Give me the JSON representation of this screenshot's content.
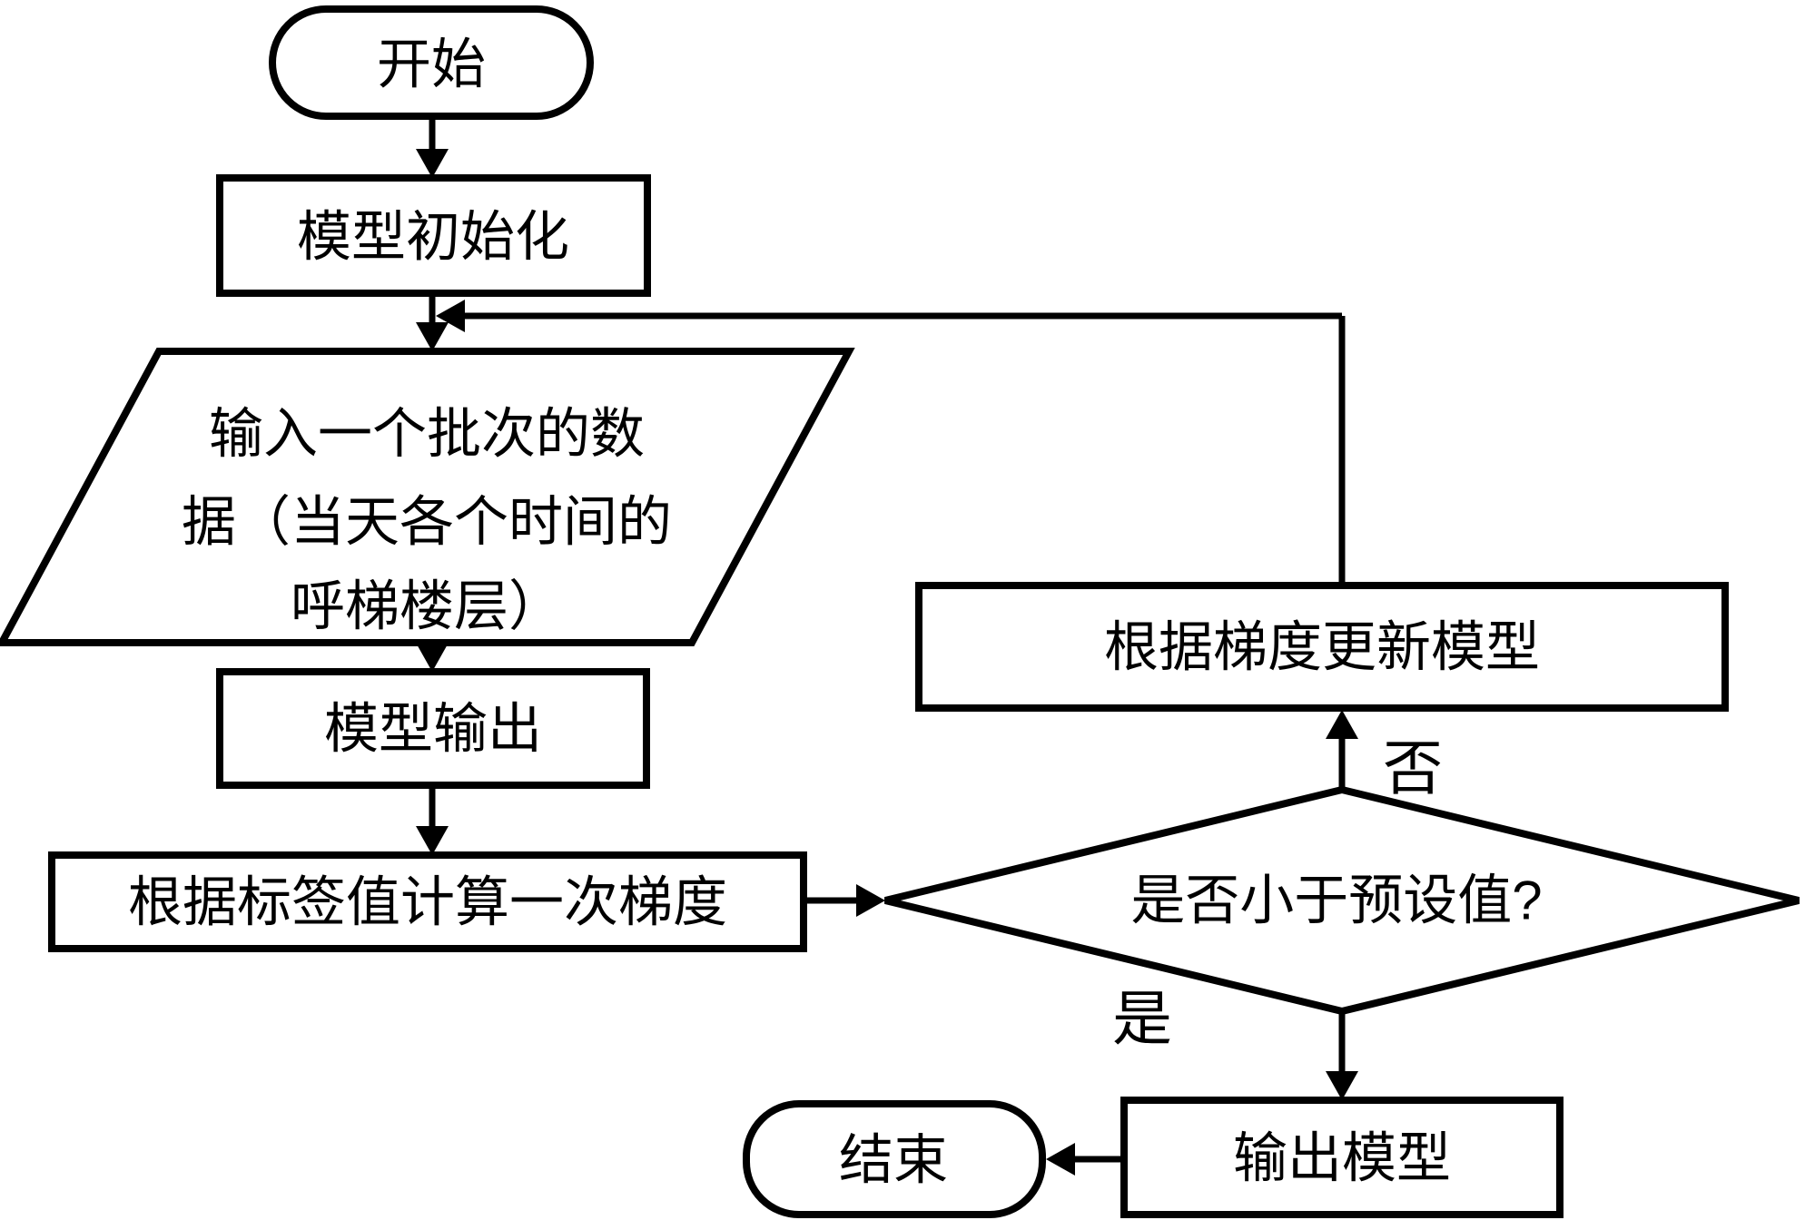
{
  "page": {
    "background_color": "#ffffff",
    "stroke_color": "#000000",
    "node_fill_color": "#ffffff",
    "text_color": "#000000"
  },
  "flowchart": {
    "nodes": {
      "start": {
        "type": "terminator",
        "label": "开始"
      },
      "init": {
        "type": "process",
        "label": "模型初始化"
      },
      "input": {
        "type": "io-parallelogram",
        "label": "输入一个批次的数据（当天各个时间的呼梯楼层）",
        "lines": [
          "输入一个批次的数",
          "据（当天各个时间的",
          "呼梯楼层）"
        ]
      },
      "output": {
        "type": "process",
        "label": "模型输出"
      },
      "gradient": {
        "type": "process",
        "label": "根据标签值计算一次梯度"
      },
      "decision": {
        "type": "decision",
        "label": "是否小于预设值?"
      },
      "update": {
        "type": "process",
        "label": "根据梯度更新模型"
      },
      "export": {
        "type": "process",
        "label": "输出模型"
      },
      "end": {
        "type": "terminator",
        "label": "结束"
      }
    },
    "edge_labels": {
      "no": "否",
      "yes": "是"
    }
  }
}
